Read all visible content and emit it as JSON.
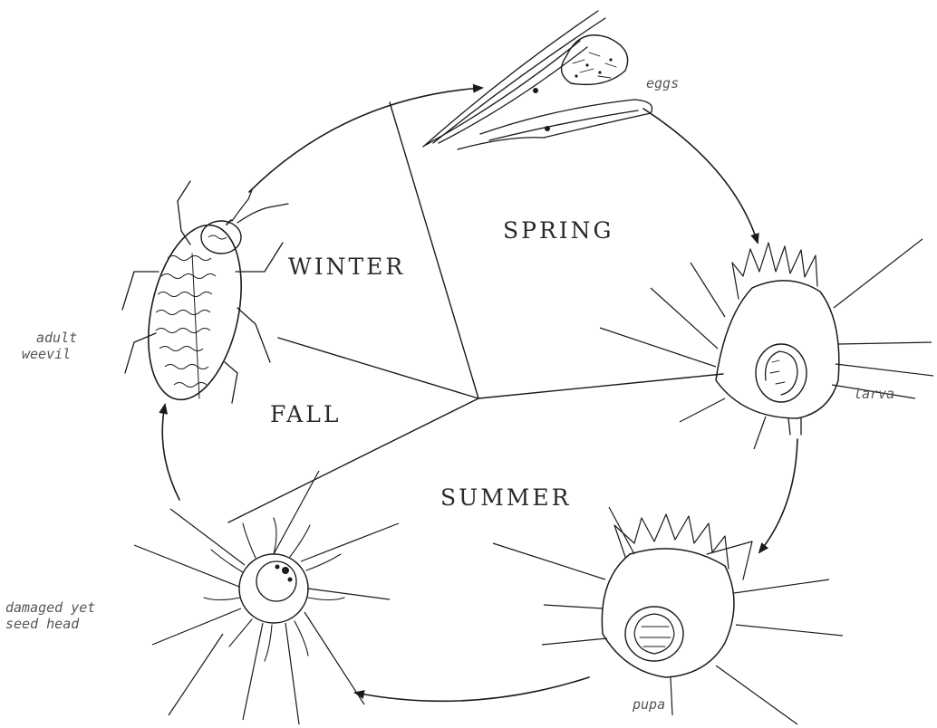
{
  "seasons": {
    "spring": "SPRING",
    "winter": "WINTER",
    "fall": "FALL",
    "summer": "SUMMER"
  },
  "stages": {
    "eggs": "eggs",
    "larva": "larva",
    "pupa": "pupa",
    "adult_line1": "adult",
    "adult_line2": "weevil",
    "seedhead_line1": "damaged yet",
    "seedhead_line2": "seed head"
  },
  "colors": {
    "ink": "#1a1a1a",
    "label": "#555555",
    "background": "#ffffff"
  }
}
